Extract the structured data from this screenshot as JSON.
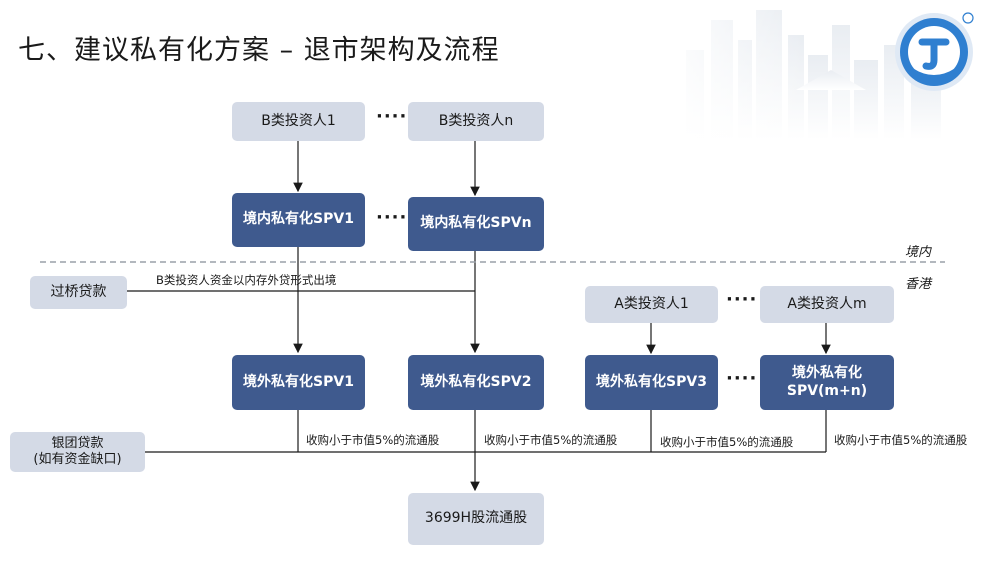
{
  "title": "七、建议私有化方案 – 退市架构及流程",
  "nodes": {
    "b_investor_1": "B类投资人1",
    "b_investor_n": "B类投资人n",
    "domestic_spv_1": "境内私有化SPV1",
    "domestic_spv_n": "境内私有化SPVn",
    "bridge_loan": "过桥贷款",
    "a_investor_1": "A类投资人1",
    "a_investor_m": "A类投资人m",
    "offshore_spv_1": "境外私有化SPV1",
    "offshore_spv_2": "境外私有化SPV2",
    "offshore_spv_3": "境外私有化SPV3",
    "offshore_spv_mn_line1": "境外私有化",
    "offshore_spv_mn_line2": "SPV(m+n)",
    "syndicate_loan_line1": "银团贷款",
    "syndicate_loan_line2": "(如有资金缺口)",
    "target_shares": "3699H股流通股"
  },
  "ellipsis": "····",
  "regions": {
    "domestic": "境内",
    "hongkong": "香港"
  },
  "labels": {
    "fund_exit": "B类投资人资金以内存外贷形式出境",
    "acquire_1": "收购小于市值5%的流通股",
    "acquire_2": "收购小于市值5%的流通股",
    "acquire_3": "收购小于市值5%的流通股",
    "acquire_4": "收购小于市值5%的流通股"
  },
  "colors": {
    "dark_box": "#3f5a8e",
    "light_box": "#d4dae6",
    "line": "#1a1a1a",
    "logo_blue": "#2f7fd0"
  },
  "icons": {
    "logo": "wanda-logo-icon"
  }
}
